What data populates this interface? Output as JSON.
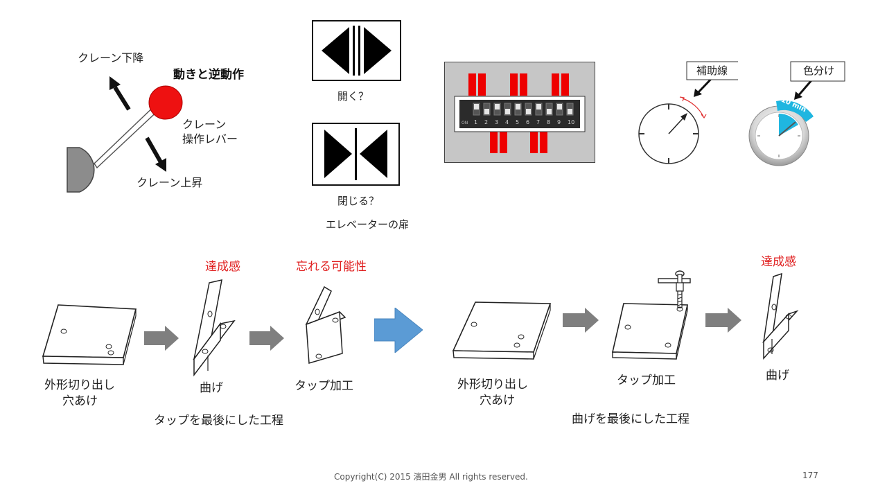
{
  "crane": {
    "down_label": "クレーン下降",
    "title": "動きと逆動作",
    "lever_label_line1": "クレーン",
    "lever_label_line2": "操作レバー",
    "up_label": "クレーン上昇"
  },
  "elevator": {
    "open_label": "開く？",
    "close_label": "閉じる？",
    "caption": "エレベーターの扉"
  },
  "dip_switch": {
    "numbers": [
      "1",
      "2",
      "3",
      "4",
      "5",
      "6",
      "7",
      "8",
      "9",
      "10"
    ],
    "on_label": "ON"
  },
  "clock": {
    "callout": "補助線"
  },
  "timer": {
    "callout": "色分け",
    "text": "10 min"
  },
  "process_a": {
    "step1_line1": "外形切り出し",
    "step1_line2": "穴あけ",
    "step2": "曲げ",
    "step2_note": "達成感",
    "step3": "タップ加工",
    "step3_note": "忘れる可能性",
    "caption": "タップを最後にした工程"
  },
  "process_b": {
    "step1_line1": "外形切り出し",
    "step1_line2": "穴あけ",
    "step2": "タップ加工",
    "step3": "曲げ",
    "step3_note": "達成感",
    "caption": "曲げを最後にした工程"
  },
  "footer": {
    "copyright": "Copyright(C)  2015 濱田金男 All rights reserved.",
    "page_number": "177"
  },
  "colors": {
    "red_knob": "#ee1111",
    "note_red": "#e02020",
    "big_arrow": "#5b9bd5",
    "gray_arrow": "#7f7f7f",
    "timer_blue": "#1fb6e0"
  }
}
